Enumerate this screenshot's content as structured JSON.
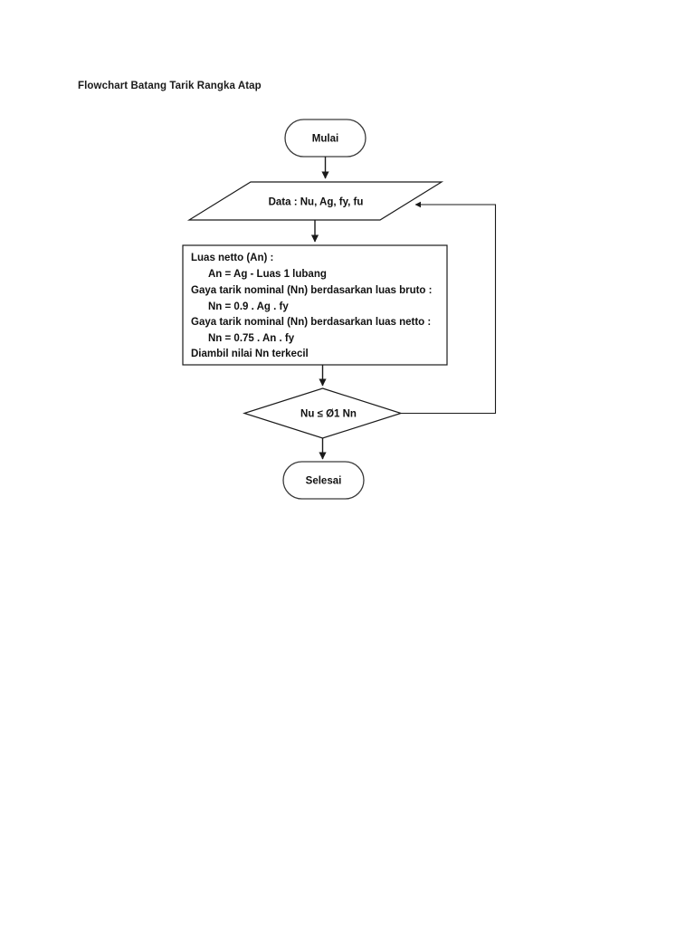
{
  "document": {
    "title": "Flowchart Batang Tarik Rangka Atap",
    "background_color": "#ffffff",
    "ink_color": "#1a1a1a"
  },
  "chart_data": {
    "type": "diagram",
    "diagram_kind": "flowchart",
    "title": "Flowchart Batang Tarik Rangka Atap",
    "orientation": "top-to-bottom",
    "nodes": [
      {
        "id": "start",
        "shape": "terminator",
        "label": "Mulai"
      },
      {
        "id": "input",
        "shape": "parallelogram",
        "label": "Data : Nu, Ag, fy, fu"
      },
      {
        "id": "process",
        "shape": "rectangle",
        "label": "Luas netto (An) :"
      },
      {
        "id": "decision",
        "shape": "diamond",
        "label": "Nu ≤ Ø1 Nn"
      },
      {
        "id": "end",
        "shape": "terminator",
        "label": "Selesai"
      }
    ],
    "edges": [
      {
        "from": "start",
        "to": "input",
        "label": ""
      },
      {
        "from": "input",
        "to": "process",
        "label": ""
      },
      {
        "from": "process",
        "to": "decision",
        "label": ""
      },
      {
        "from": "decision",
        "to": "end",
        "label": ""
      },
      {
        "from": "decision",
        "to": "input",
        "label": "",
        "route": "right-up-loopback"
      }
    ]
  },
  "nodes": {
    "start": {
      "label": "Mulai"
    },
    "input": {
      "label": "Data : Nu, Ag, fy, fu"
    },
    "process": {
      "lines": [
        "Luas netto (An) :",
        "An = Ag - Luas 1 lubang",
        "Gaya tarik nominal (Nn) berdasarkan luas bruto :",
        "Nn = 0.9 . Ag . fy",
        "Gaya tarik nominal (Nn) berdasarkan luas netto :",
        "Nn = 0.75 . An . fy",
        "Diambil nilai Nn terkecil"
      ],
      "line1": "Luas netto (An) :",
      "line2": "An = Ag - Luas 1 lubang",
      "line3": "Gaya tarik nominal (Nn) berdasarkan luas bruto :",
      "line4": "Nn = 0.9 . Ag . fy",
      "line5": "Gaya tarik nominal (Nn) berdasarkan luas netto :",
      "line6": "Nn = 0.75 . An . fy",
      "line7": "Diambil nilai Nn terkecil"
    },
    "decision": {
      "label": "Nu ≤ Ø1 Nn"
    },
    "end": {
      "label": "Selesai"
    }
  }
}
